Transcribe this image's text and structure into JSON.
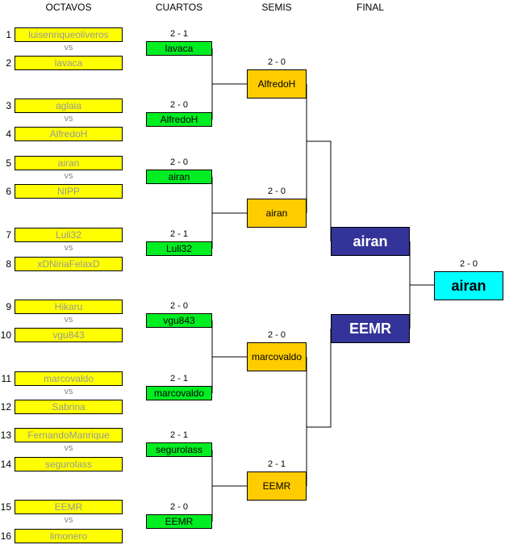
{
  "headers": {
    "octavos": "OCTAVOS",
    "cuartos": "CUARTOS",
    "semis": "SEMIS",
    "final": "FINAL"
  },
  "vs_label": "vs",
  "octavos": [
    {
      "seed": "1",
      "name": "luisenriqueoliveros"
    },
    {
      "seed": "2",
      "name": "lavaca"
    },
    {
      "seed": "3",
      "name": "aglaia"
    },
    {
      "seed": "4",
      "name": "AlfredoH"
    },
    {
      "seed": "5",
      "name": "airan"
    },
    {
      "seed": "6",
      "name": "NIPP"
    },
    {
      "seed": "7",
      "name": "Luli32"
    },
    {
      "seed": "8",
      "name": "xDNiriaFelaxD"
    },
    {
      "seed": "9",
      "name": "Hikaru"
    },
    {
      "seed": "10",
      "name": "vgu843"
    },
    {
      "seed": "11",
      "name": "marcovaldo"
    },
    {
      "seed": "12",
      "name": "Sabrina"
    },
    {
      "seed": "13",
      "name": "FernandoManrique"
    },
    {
      "seed": "14",
      "name": "segurolass"
    },
    {
      "seed": "15",
      "name": "EEMR"
    },
    {
      "seed": "16",
      "name": "limonero"
    }
  ],
  "cuartos": [
    {
      "name": "lavaca",
      "score": "2 - 1"
    },
    {
      "name": "AlfredoH",
      "score": "2 - 0"
    },
    {
      "name": "airan",
      "score": "2 - 0"
    },
    {
      "name": "Luli32",
      "score": "2 - 1"
    },
    {
      "name": "vgu843",
      "score": "2 - 0"
    },
    {
      "name": "marcovaldo",
      "score": "2 - 1"
    },
    {
      "name": "segurolass",
      "score": "2 - 1"
    },
    {
      "name": "EEMR",
      "score": "2 - 0"
    }
  ],
  "semis": [
    {
      "name": "AlfredoH",
      "score": "2 - 0"
    },
    {
      "name": "airan",
      "score": "2 - 0"
    },
    {
      "name": "marcovaldo",
      "score": "2 - 0"
    },
    {
      "name": "EEMR",
      "score": "2 - 1"
    }
  ],
  "final": [
    {
      "name": "airan"
    },
    {
      "name": "EEMR"
    }
  ],
  "champion": {
    "name": "airan",
    "score": "2 - 0"
  },
  "colors": {
    "octavos_fill": "#ffff00",
    "octavos_text": "#999999",
    "cuartos_fill": "#00ee22",
    "semis_fill": "#ffcc00",
    "final_fill": "#333399",
    "champion_fill": "#00ffff"
  }
}
